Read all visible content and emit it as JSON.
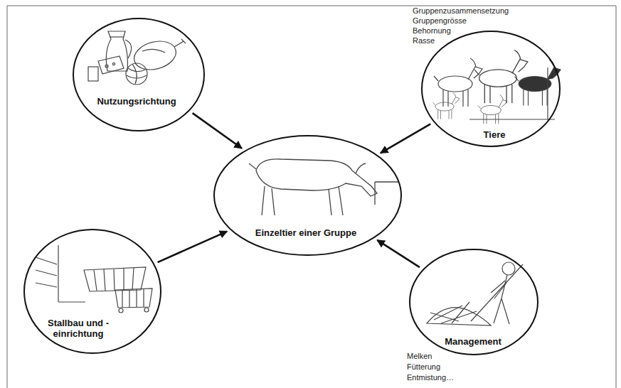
{
  "diagram": {
    "nodes": [
      {
        "text": [
          "Nutzungsrichtung"
        ]
      },
      {
        "text": [
          "Tiere"
        ]
      },
      {
        "text": [
          "Einzeltier einer Gruppe"
        ]
      },
      {
        "text": [
          "Stallbau und -einrichtung"
        ]
      },
      {
        "text": [
          "Management"
        ]
      }
    ],
    "edges": [
      {
        "from": 0,
        "to": 2,
        "arrow": "to"
      },
      {
        "from": 1,
        "to": 2,
        "arrow": "to"
      },
      {
        "from": 3,
        "to": 2,
        "arrow": "to"
      },
      {
        "from": 4,
        "to": 2,
        "arrow": "to"
      }
    ],
    "labels": [
      "Gruppenzusammensetzung",
      "Gruppengrösse",
      "Behornung",
      "Rasse",
      "Melken",
      "Fütterung",
      "Entmistung…"
    ]
  }
}
